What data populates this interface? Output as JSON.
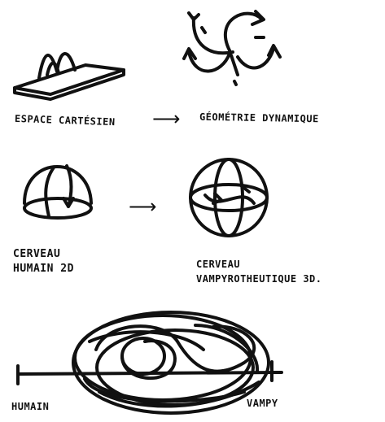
{
  "labels": {
    "espace": "ESPACE CARTÉSIEN",
    "geometrie": "GÉOMÉTRIE DYNAMIQUE",
    "cerveau_humain_line1": "CERVEAU",
    "cerveau_humain_line2": "HUMAIN 2D",
    "cerveau_vampy_line1": "CERVEAU",
    "cerveau_vampy_line2": "VAMPYROTHEUTIQUE 3D.",
    "humain": "HUMAIN",
    "vampy": "VAMPY"
  },
  "arrow_glyph": "⟶",
  "ink_color": "#111111"
}
